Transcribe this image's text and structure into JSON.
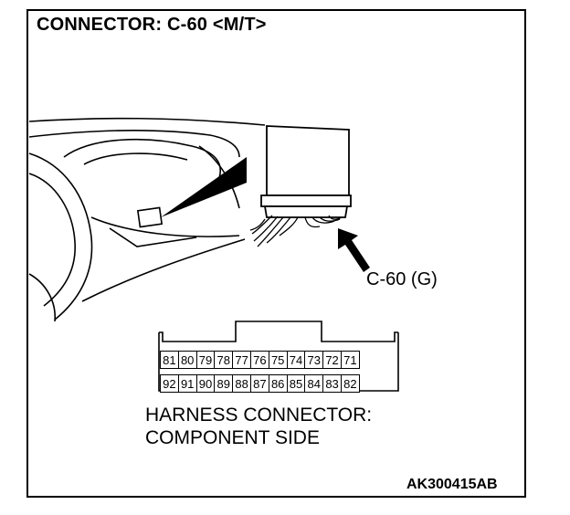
{
  "title": "CONNECTOR: C-60 <M/T>",
  "connector_label": "C-60 (G)",
  "pins": {
    "top": [
      "81",
      "80",
      "79",
      "78",
      "77",
      "76",
      "75",
      "74",
      "73",
      "72",
      "71"
    ],
    "bottom": [
      "92",
      "91",
      "90",
      "89",
      "88",
      "87",
      "86",
      "85",
      "84",
      "83",
      "82"
    ]
  },
  "harness_caption": {
    "line1": "HARNESS CONNECTOR:",
    "line2": "COMPONENT SIDE"
  },
  "figure_code": "AK300415AB"
}
